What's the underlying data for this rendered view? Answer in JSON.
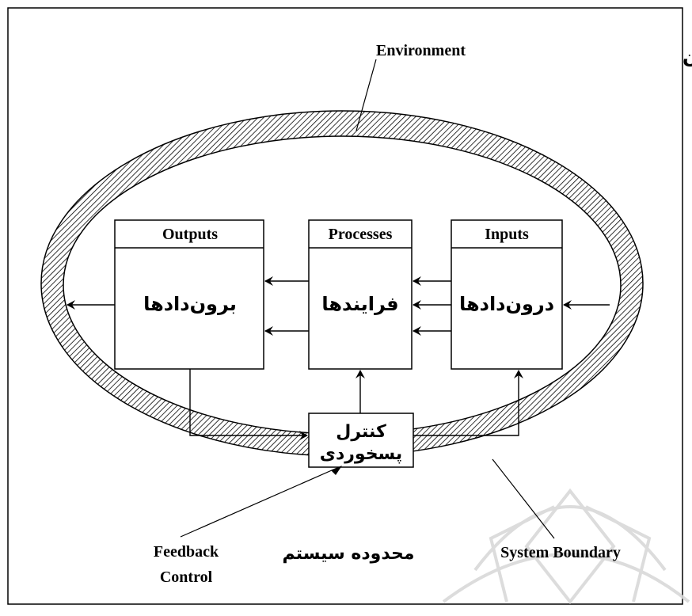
{
  "labels": {
    "environment_en": "Environment",
    "environment_fa": "محیط بیرون",
    "outputs_en": "Outputs",
    "outputs_fa": "برون‌دادها",
    "processes_en": "Processes",
    "processes_fa": "فرایندها",
    "inputs_en": "Inputs",
    "inputs_fa": "درون‌دادها",
    "feedback_fa_line1": "کنترل",
    "feedback_fa_line2": "پسخوردی",
    "feedback_en_line1": "Feedback",
    "feedback_en_line2": "Control",
    "system_boundary_fa": "محدوده سیستم",
    "system_boundary_en": "System Boundary"
  },
  "colors": {
    "ink": "#000000",
    "background": "#ffffff",
    "watermark": "#d9d9d9"
  }
}
